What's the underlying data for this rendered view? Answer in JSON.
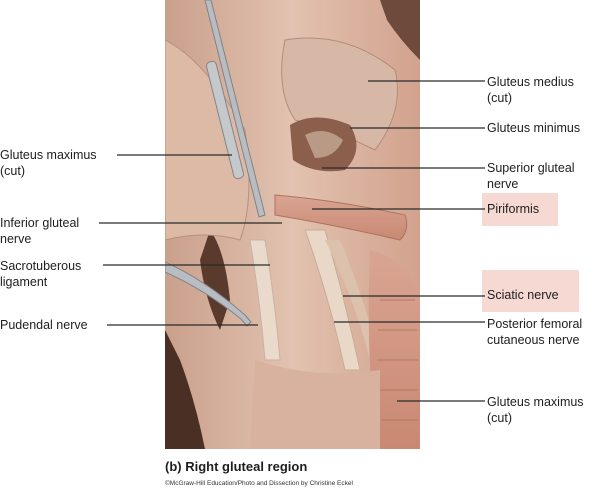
{
  "labels": {
    "gluteus_medius": "Gluteus medius\n(cut)",
    "gluteus_minimus": "Gluteus minimus",
    "superior_gluteal_nerve": "Superior gluteal\nnerve",
    "piriformis": "Piriformis",
    "sciatic_nerve": "Sciatic nerve",
    "posterior_femoral_cutaneous_nerve": "Posterior femoral\ncutaneous nerve",
    "gluteus_maximus_cut_right": "Gluteus maximus\n(cut)",
    "gluteus_maximus_cut_left": "Gluteus maximus\n(cut)",
    "inferior_gluteal_nerve": "Inferior gluteal\nnerve",
    "sacrotuberous_ligament": "Sacrotuberous\nligament",
    "pudendal_nerve": "Pudendal nerve"
  },
  "caption": "(b) Right gluteal region",
  "credit": "©McGraw-Hill Education/Photo and Dissection by Christine Eckel",
  "colors": {
    "highlight": "#f7d9d3",
    "label_text": "#1e1e1e",
    "leader_line": "#2a2a2a"
  }
}
